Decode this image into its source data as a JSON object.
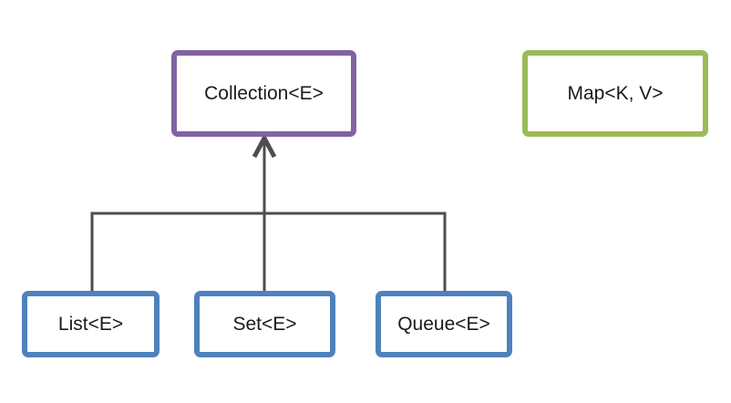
{
  "diagram": {
    "nodes": {
      "collection": {
        "label": "Collection<E>",
        "border_color": "#8064A2"
      },
      "map": {
        "label": "Map<K, V>",
        "border_color": "#9BBB59"
      },
      "list": {
        "label": "List<E>",
        "border_color": "#4F81BD"
      },
      "set": {
        "label": "Set<E>",
        "border_color": "#4F81BD"
      },
      "queue": {
        "label": "Queue<E>",
        "border_color": "#4F81BD"
      }
    },
    "edges": [
      {
        "from": "list",
        "to": "collection",
        "style": "elbow"
      },
      {
        "from": "set",
        "to": "collection",
        "style": "straight-arrow"
      },
      {
        "from": "queue",
        "to": "collection",
        "style": "elbow"
      }
    ],
    "connector_color": "#4D4D4D",
    "text_color": "#1a1a1a",
    "background_color": "#ffffff"
  }
}
